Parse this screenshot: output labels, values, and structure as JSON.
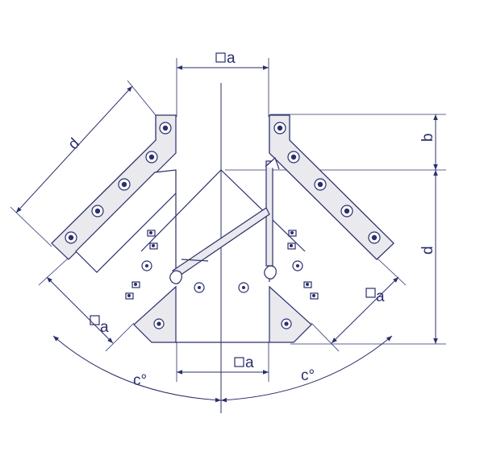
{
  "labels": {
    "square_a": "a",
    "dim_b": "b",
    "dim_d": "d",
    "angle_c": "c°"
  }
}
